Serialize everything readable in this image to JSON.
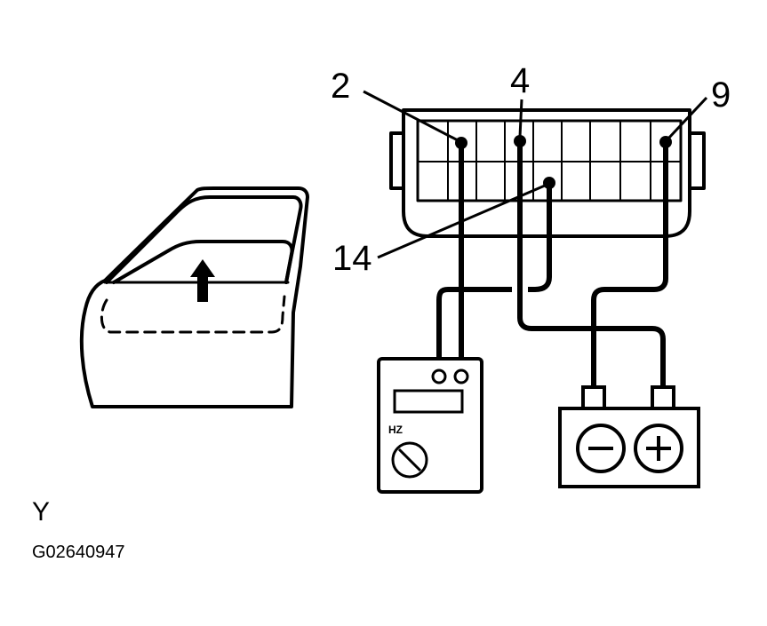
{
  "connector": {
    "pins": [
      {
        "number": "2"
      },
      {
        "number": "4"
      },
      {
        "number": "9"
      },
      {
        "number": "14"
      }
    ]
  },
  "meter": {
    "label": "HZ"
  },
  "battery": {
    "negative_symbol": "−",
    "positive_symbol": "+"
  },
  "figure": {
    "letter": "Y",
    "code": "G02640947"
  },
  "colors": {
    "line": "#000000",
    "background": "#ffffff"
  }
}
